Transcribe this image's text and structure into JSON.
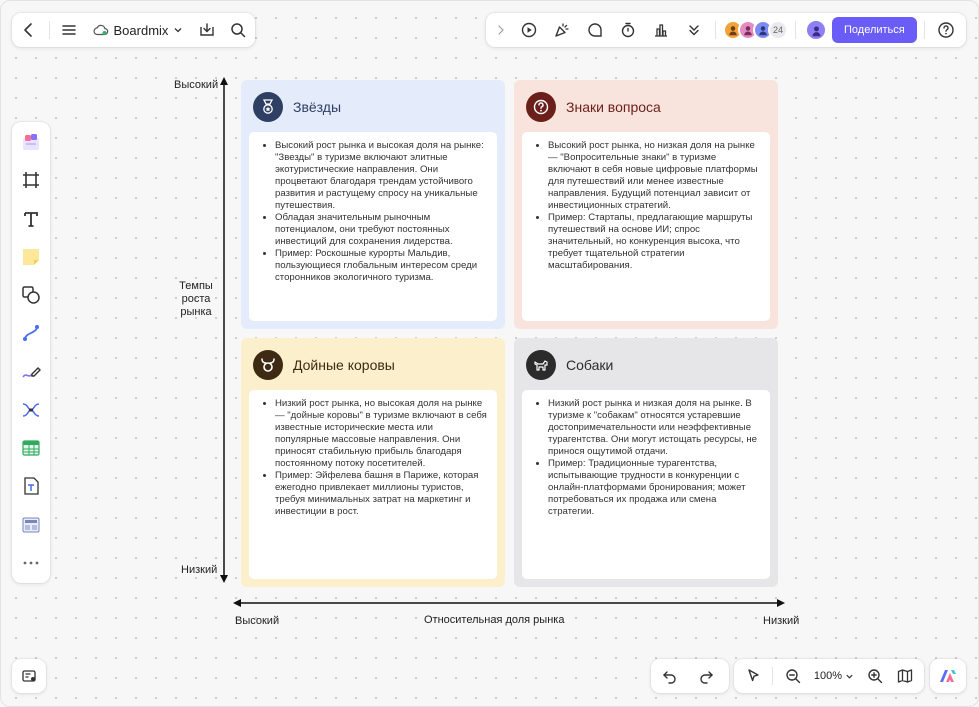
{
  "toolbar_left": {
    "brand": "Boardmix"
  },
  "toolbar_right": {
    "avatar_count": "24",
    "share_label": "Поделиться"
  },
  "zoom": {
    "level": "100%"
  },
  "axes": {
    "y_high": "Высокий",
    "y_low": "Низкий",
    "y_title_line1": "Темпы",
    "y_title_line2": "роста",
    "y_title_line3": "рынка",
    "x_high": "Высокий",
    "x_title": "Относительная доля рынка",
    "x_low": "Низкий"
  },
  "quadrants": [
    {
      "title": "Звёзды",
      "icon": "star-badge-icon",
      "bg": "#e4ecfb",
      "icon_bg": "#2f3f63",
      "items": [
        "Высокий рост рынка и высокая доля на рынке: \"Звезды\" в туризме включают элитные экотуристические направления. Они процветают благодаря трендам устойчивого развития и растущему спросу на уникальные путешествия.",
        "Обладая значительным рыночным потенциалом, они требуют постоянных инвестиций для сохранения лидерства.",
        "Пример: Роскошные курорты Мальдив, пользующиеся глобальным интересом среди сторонников экологичного туризма."
      ]
    },
    {
      "title": "Знаки вопроса",
      "icon": "question-icon",
      "bg": "#f9e3dd",
      "icon_bg": "#6b1f1b",
      "items": [
        "Высокий рост рынка, но низкая доля на рынке — \"Вопросительные знаки\" в туризме включают в себя новые цифровые платформы для путешествий или менее известные направления. Будущий потенциал зависит от инвестиционных стратегий.",
        "Пример: Стартапы, предлагающие маршруты путешествий на основе ИИ; спрос значительный, но конкуренция высока, что требует тщательной стратегии масштабирования."
      ]
    },
    {
      "title": "Дойные коровы",
      "icon": "cow-icon",
      "bg": "#fcefcc",
      "icon_bg": "#3e2a12",
      "items": [
        "Низкий рост рынка, но высокая доля на рынке — \"дойные коровы\" в туризме включают в себя известные исторические места или популярные массовые направления. Они приносят стабильную прибыль благодаря постоянному потоку посетителей.",
        "Пример: Эйфелева башня в Париже, которая ежегодно привлекает миллионы туристов, требуя минимальных затрат на маркетинг и инвестиции в рост."
      ]
    },
    {
      "title": "Собаки",
      "icon": "dog-icon",
      "bg": "#e6e6e8",
      "icon_bg": "#2b2b2b",
      "items": [
        "Низкий рост рынка и низкая доля на рынке. В туризме к \"собакам\" относятся устаревшие достопримечательности или неэффективные турагентства. Они могут истощать ресурсы, не принося ощутимой отдачи.",
        "Пример: Традиционные турагентства, испытывающие трудности в конкуренции с онлайн-платформами бронирования; может потребоваться их продажа или смена стратегии."
      ]
    }
  ]
}
